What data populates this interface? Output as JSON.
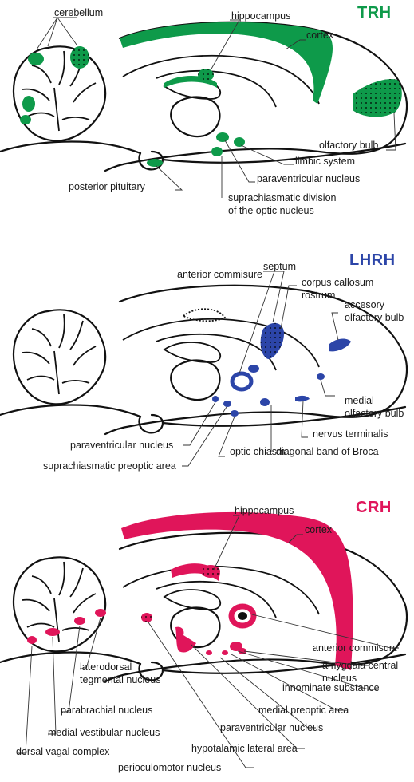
{
  "colors": {
    "trh": "#0e9a4a",
    "lhrh": "#2c45a8",
    "crh": "#e0155a",
    "outline": "#111111"
  },
  "panels": {
    "trh": {
      "heading": "TRH",
      "labels": {
        "cerebellum": "cerebellum",
        "hippocampus": "hippocampus",
        "cortex": "cortex",
        "olfactory_bulb": "olfactory bulb",
        "limbic_system": "limbic system",
        "paraventricular_nucleus": "paraventricular nucleus",
        "posterior_pituitary": "posterior pituitary",
        "suprachiasmatic_1": "suprachiasmatic division",
        "suprachiasmatic_2": "of the optic nucleus"
      }
    },
    "lhrh": {
      "heading": "LHRH",
      "labels": {
        "anterior_commisure": "anterior commisure",
        "septum": "septum",
        "corpus_callosum_1": "corpus callosum",
        "corpus_callosum_2": "rostrum",
        "accesory_1": "accesory",
        "accesory_2": "olfactory bulb",
        "medial_1": "medial",
        "medial_2": "olfactory bulb",
        "nervus_terminalis": "nervus terminalis",
        "diagonal_band": "diagonal band of Broca",
        "optic_chiasm": "optic chiasm",
        "suprachiasmatic_preoptic": "suprachiasmatic preoptic area",
        "paraventricular_nucleus": "paraventricular nucleus"
      }
    },
    "crh": {
      "heading": "CRH",
      "labels": {
        "hippocampus": "hippocampus",
        "cortex": "cortex",
        "anterior_commisure": "anterior commisure",
        "amygdala_1": "amygdala central",
        "amygdala_2": "nucleus",
        "innominate": "innominate substance",
        "medial_preoptic": "medial preoptic area",
        "paraventricular_nucleus": "paraventricular nucleus",
        "hypotalamic_lateral": "hypotalamic lateral area",
        "perioculomotor": "perioculomotor nucleus",
        "dorsal_vagal": "dorsal vagal complex",
        "medial_vestibular": "medial vestibular nucleus",
        "parabrachial": "parabrachial nucleus",
        "laterodorsal_1": "laterodorsal",
        "laterodorsal_2": "tegmental nucleus"
      }
    }
  }
}
